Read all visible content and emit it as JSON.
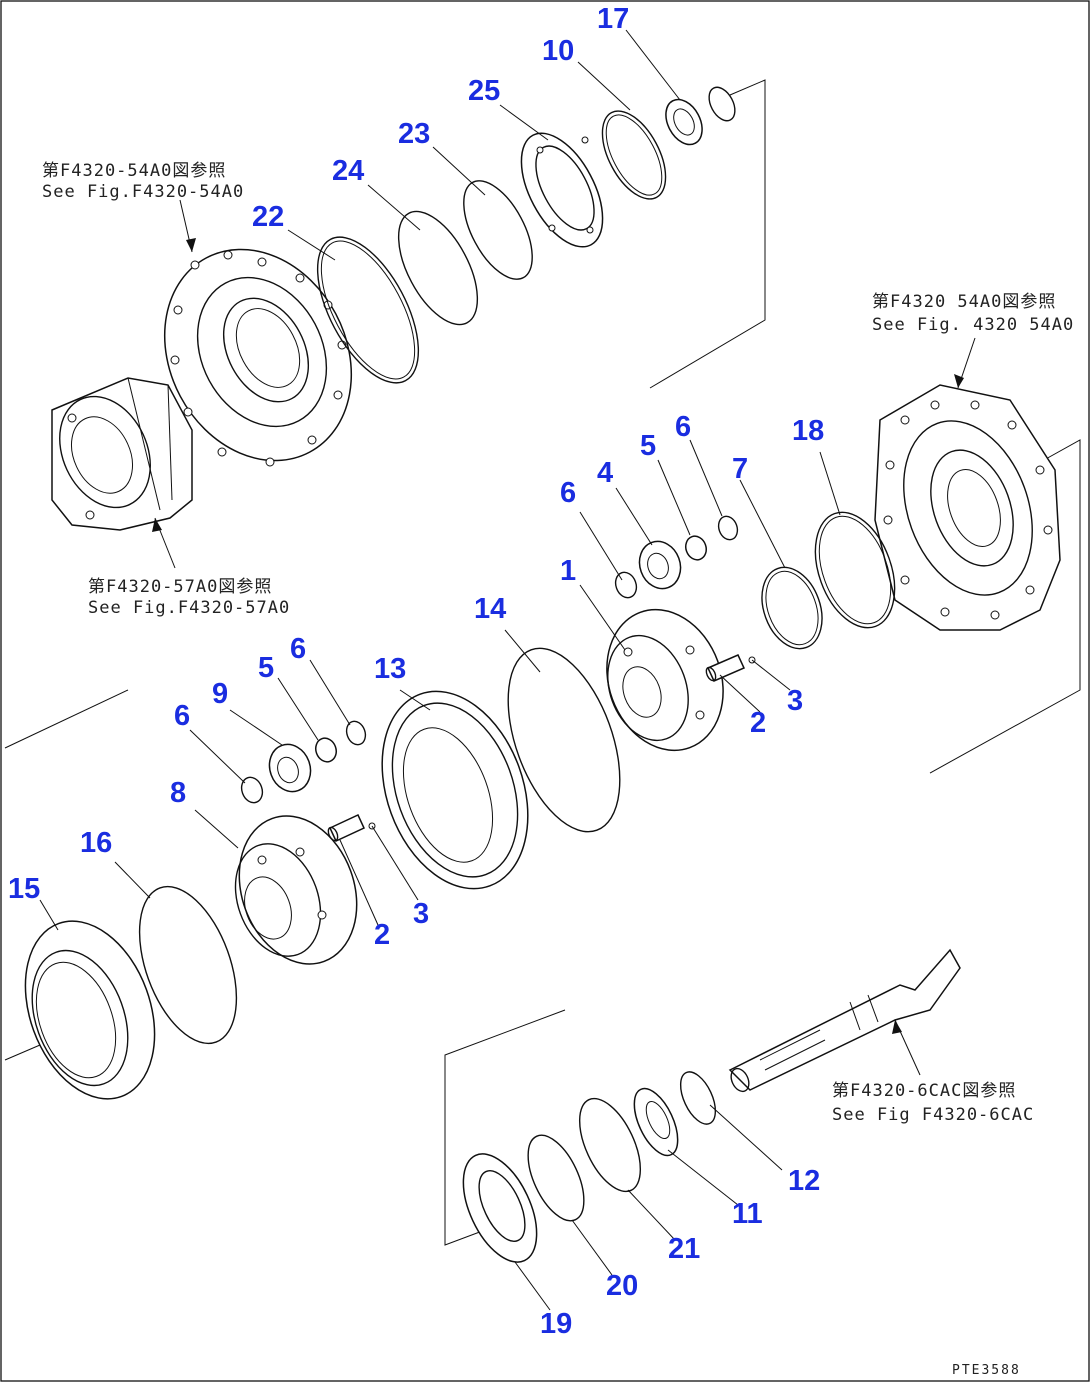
{
  "diagram": {
    "drawing_code": "PTE3588",
    "callouts": [
      {
        "id": "c17",
        "label": "17"
      },
      {
        "id": "c10",
        "label": "10"
      },
      {
        "id": "c25",
        "label": "25"
      },
      {
        "id": "c23",
        "label": "23"
      },
      {
        "id": "c24",
        "label": "24"
      },
      {
        "id": "c22",
        "label": "22"
      },
      {
        "id": "c18",
        "label": "18"
      },
      {
        "id": "c6a",
        "label": "6"
      },
      {
        "id": "c5a",
        "label": "5"
      },
      {
        "id": "c4",
        "label": "4"
      },
      {
        "id": "c7",
        "label": "7"
      },
      {
        "id": "c6b",
        "label": "6"
      },
      {
        "id": "c1",
        "label": "1"
      },
      {
        "id": "c14",
        "label": "14"
      },
      {
        "id": "c2a",
        "label": "2"
      },
      {
        "id": "c3a",
        "label": "3"
      },
      {
        "id": "c13",
        "label": "13"
      },
      {
        "id": "c6c",
        "label": "6"
      },
      {
        "id": "c5b",
        "label": "5"
      },
      {
        "id": "c9",
        "label": "9"
      },
      {
        "id": "c6d",
        "label": "6"
      },
      {
        "id": "c8",
        "label": "8"
      },
      {
        "id": "c16",
        "label": "16"
      },
      {
        "id": "c15",
        "label": "15"
      },
      {
        "id": "c2b",
        "label": "2"
      },
      {
        "id": "c3b",
        "label": "3"
      },
      {
        "id": "c12",
        "label": "12"
      },
      {
        "id": "c11",
        "label": "11"
      },
      {
        "id": "c21",
        "label": "21"
      },
      {
        "id": "c20",
        "label": "20"
      },
      {
        "id": "c19",
        "label": "19"
      }
    ],
    "references": [
      {
        "id": "ref-top-left",
        "line_jp": "第F4320-54A0図参照",
        "line_en": "See Fig.F4320-54A0"
      },
      {
        "id": "ref-top-right",
        "line_jp": "第F4320 54A0図参照",
        "line_en": "See Fig. 4320 54A0"
      },
      {
        "id": "ref-mid-left",
        "line_jp": "第F4320-57A0図参照",
        "line_en": "See Fig.F4320-57A0"
      },
      {
        "id": "ref-bottom-right",
        "line_jp": "第F4320-6CAC図参照",
        "line_en": "See Fig F4320-6CAC"
      }
    ]
  }
}
